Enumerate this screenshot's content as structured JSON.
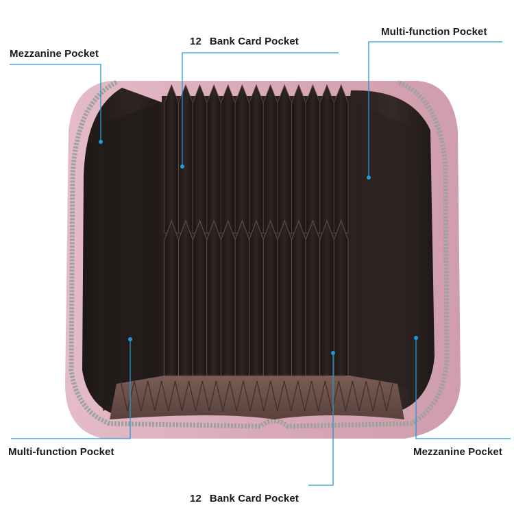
{
  "callouts": {
    "top_left": "Mezzanine Pocket",
    "top_center_count": "12",
    "top_center_text": "Bank Card Pocket",
    "top_right": "Multi-function Pocket",
    "bottom_left": "Multi-function Pocket",
    "bottom_right": "Mezzanine Pocket",
    "bottom_center_count": "12",
    "bottom_center_text": "Bank Card Pocket"
  },
  "colors": {
    "callout_line": "#1e9ad6",
    "shell_pink": "#d8aab8",
    "lining_dark": "#2b2120",
    "lining_brown": "#6e514a",
    "zipper": "#9a9a9a"
  }
}
